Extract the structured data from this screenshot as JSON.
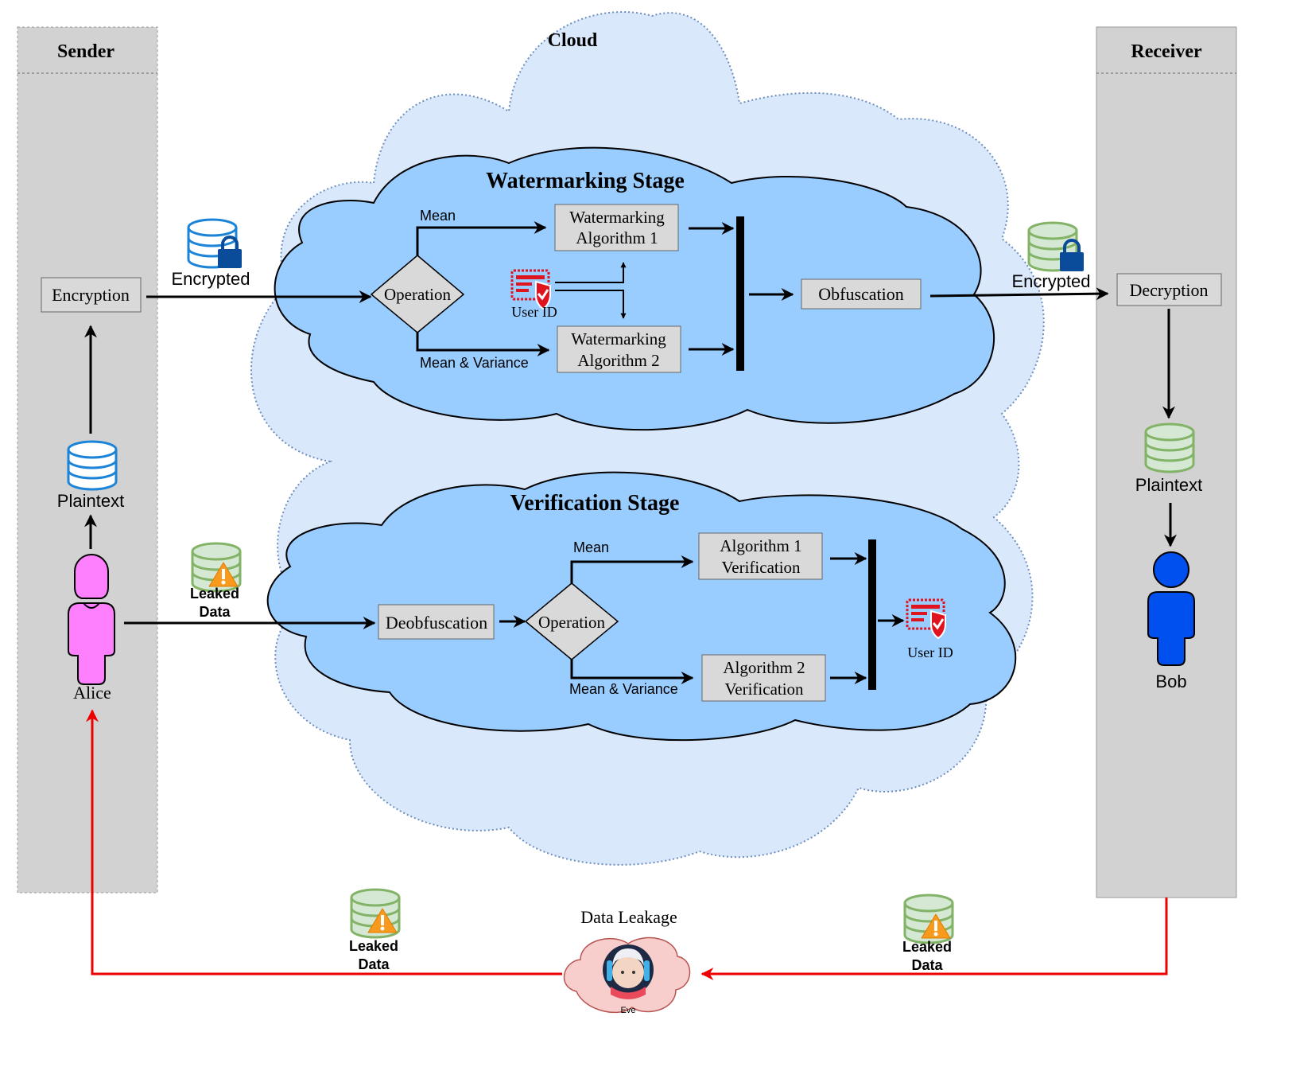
{
  "lanes": {
    "sender": {
      "title": "Sender"
    },
    "receiver": {
      "title": "Receiver"
    }
  },
  "cloud": {
    "title": "Cloud"
  },
  "watermarking": {
    "title": "Watermarking Stage",
    "operation": "Operation",
    "branch_top": "Mean",
    "branch_bottom": "Mean & Variance",
    "algorithm1": [
      "Watermarking",
      "Algorithm 1"
    ],
    "algorithm2": [
      "Watermarking",
      "Algorithm 2"
    ],
    "user_id": "User ID",
    "obfuscation": "Obfuscation"
  },
  "verification": {
    "title": "Verification Stage",
    "deobfuscation": "Deobfuscation",
    "operation": "Operation",
    "branch_top": "Mean",
    "branch_bottom": "Mean & Variance",
    "algorithm1": [
      "Algorithm 1",
      "Verification"
    ],
    "algorithm2": [
      "Algorithm 2",
      "Verification"
    ],
    "user_id": "User ID"
  },
  "sender": {
    "encryption": "Encryption",
    "encrypted_label": "Encrypted",
    "plaintext_label": "Plaintext",
    "person": "Alice",
    "leaked_label": [
      "Leaked",
      "Data"
    ]
  },
  "receiver": {
    "decryption": "Decryption",
    "encrypted_label": "Encrypted",
    "plaintext_label": "Plaintext",
    "person": "Bob"
  },
  "leakage": {
    "title": "Data Leakage",
    "attacker": "Eve",
    "left_label": [
      "Leaked",
      "Data"
    ],
    "right_label": [
      "Leaked",
      "Data"
    ]
  },
  "colors": {
    "lane_fill": "#d2d2d2",
    "cloud_outer": "#dae8fc",
    "cloud_inner": "#99ccff",
    "box_fill": "#d9d9d9",
    "db_blue": "#1b84d8",
    "db_green": "#82b366",
    "lock": "#0a4c9a",
    "alice": "#ff80ff",
    "bob": "#0050ef",
    "leak_arrow": "#ee0000",
    "user_id_red": "#e0141e"
  },
  "icons": [
    "database-icon",
    "lock-icon",
    "warning-icon",
    "user-id-icon",
    "person-icon",
    "eve-avatar-icon"
  ]
}
